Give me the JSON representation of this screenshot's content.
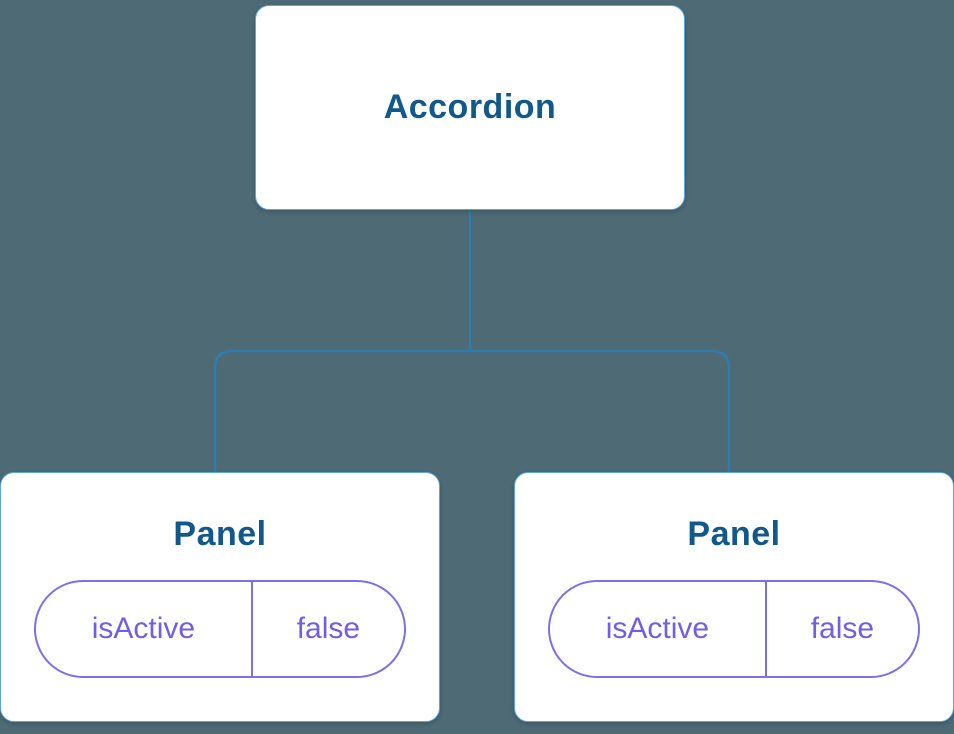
{
  "diagram": {
    "description": "Component tree diagram",
    "root": {
      "label": "Accordion"
    },
    "children": [
      {
        "label": "Panel",
        "state": {
          "key": "isActive",
          "value": "false"
        }
      },
      {
        "label": "Panel",
        "state": {
          "key": "isActive",
          "value": "false"
        }
      }
    ]
  },
  "colors": {
    "background": "#4d6a75",
    "node_fill": "#ffffff",
    "node_border": "#5aa7e0",
    "node_text": "#10598a",
    "connector_line": "#2e7cb0",
    "state_border": "#7a6ff0",
    "state_text": "#6f5ee8"
  }
}
